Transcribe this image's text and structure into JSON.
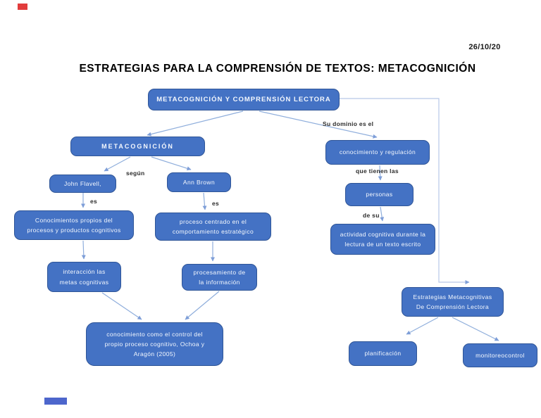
{
  "page": {
    "date": "26/10/20",
    "title": "ESTRATEGIAS PARA LA COMPRENSIÓN DE TEXTOS: METACOGNICIÓN"
  },
  "nodes": {
    "root": "METACOGNICIÓN Y COMPRENSIÓN LECTORA",
    "metacognicion": "METACOGNICIÓN",
    "john_flavell": "John Flavell,",
    "ann_brown": "Ann Brown",
    "conocimientos": "Conocimientos propios del\nprocesos y productos cognitivos",
    "proceso_centrado": "proceso centrado en el\ncomportamiento estratégico",
    "interaccion": "interacción las\nmetas cognitivas",
    "procesamiento": "procesamiento de\nla información",
    "control_ochoa": "conocimiento como el control del\npropio proceso cognitivo, Ochoa y\nAragón (2005)",
    "conocimiento_regulacion": "conocimiento y regulación",
    "personas": "personas",
    "actividad_cognitiva": "actividad cognitiva durante la\nlectura de un texto escrito",
    "estrategias": "Estrategias Metacognitivas\nDe Comprensión Lectora",
    "planificacion": "planificación",
    "monitoreo_control": "monitoreocontrol"
  },
  "labels": {
    "su_dominio": "Su dominio es el",
    "segun": "según",
    "es_left": "es",
    "es_right": "es",
    "que_tienen": "que tienen las",
    "de_su": "de su"
  },
  "colors": {
    "node_fill": "#4472C4",
    "node_border": "#2F5597",
    "node_text": "#F4F8FE",
    "connector": "#8FAEDC",
    "connector_light": "#B7C7E8",
    "title_text": "#000000",
    "red_artifact": "#E23C3C",
    "blue_artifact": "#4D66CC"
  }
}
